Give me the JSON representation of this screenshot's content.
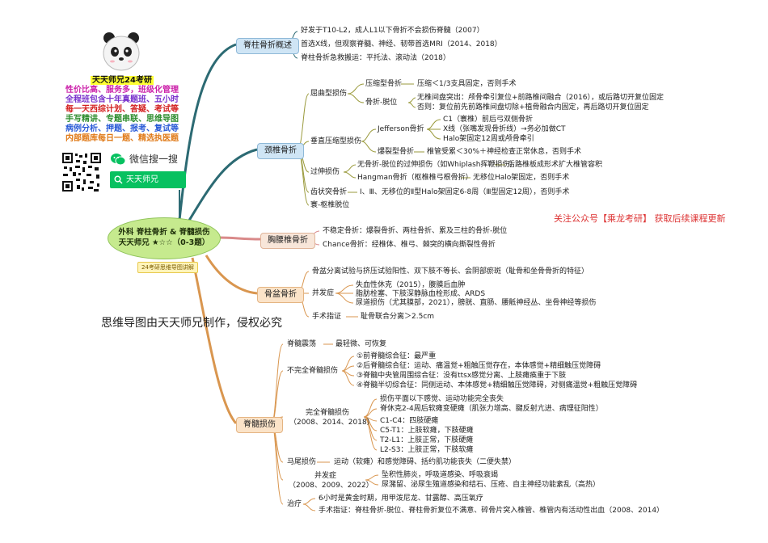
{
  "colors": {
    "teal": "#2c6a73",
    "olive": "#9a9a3c",
    "green": "#3a7d3a",
    "pink": "#d98a8a",
    "orange": "#d9964f",
    "red": "#d33",
    "brand_green": "#07c160"
  },
  "left_panel": {
    "ad_title": "天天师兄24考研",
    "ad_lines": [
      "性价比高、服务多，班级化管理",
      "全程班包含十年真题班、五小时",
      "每一天西综计划、答疑、考试等",
      "手写精讲、专题串联、思维导图",
      "病例分析、押题、报考、复试等",
      "内部题库每日一题、精选执医题"
    ],
    "ad_colors": [
      "#cc22aa",
      "#7a33cc",
      "#d32020",
      "#2d8c2d",
      "#2a5bd7",
      "#e07a18"
    ],
    "wechat_label": "微信搜一搜",
    "search_text": "天天师兄"
  },
  "center": {
    "line1": "外科 脊柱骨折 & 脊髓损伤",
    "line2": "天天师兄 ★☆☆（0-3题）",
    "tag": "24考研思维导图讲解"
  },
  "watermark": "思维导图由天天师兄制作，侵权必究",
  "notice": "关注公众号【乘龙考研】 获取后续课程更新",
  "branches": {
    "spine": {
      "label": "脊柱骨折概述",
      "items": [
        "好发于T10-L2，成人L1以下骨折不会损伤脊髓（2007）",
        "首选X线，但观察脊髓、神经、韧带首选MRI（2014、2018）",
        "脊柱骨折急救搬运：平托法、滚动法（2018）"
      ]
    },
    "cervical": {
      "label": "颈椎骨折",
      "flexion": "屈曲型损伤",
      "compression": "压缩型骨折",
      "compression_note": "压缩＜1/3支具固定，否则手术",
      "fracture_dislocation": "骨折-脱位",
      "fd_notes": [
        "无椎间盘突出：颅骨牵引复位+前路椎间融合（2016），或后路切开复位固定",
        "否则：复位前先前路椎间盘切除+植骨融合内固定，再后路切开复位固定"
      ],
      "vertical": "垂直压缩型损伤",
      "jefferson": "Jefferson骨折",
      "jefferson_notes": [
        "C1（寰椎）前后弓双侧骨折",
        "X线（张嘴发现骨折线）→务必加做CT",
        "Halo架固定12周或颅骨牵引"
      ],
      "burst": "爆裂型骨折",
      "burst_note": "椎管受累＜30%＋神经检查正常休息，否则手术",
      "extension": "过伸损伤",
      "ext1": "无骨折-脱位的过伸损伤（如Whiplash挥鞭损伤）",
      "ext1_note": "后路椎板成形术扩大椎管容积",
      "hangman": "Hangman骨折（枢椎椎弓根骨折）",
      "hangman_note": "无移位Halo架固定，否则手术",
      "odontoid": "齿状突骨折",
      "odontoid_note": "Ⅰ、Ⅲ、无移位的Ⅱ型Halo架固定6-8周（Ⅲ型固定12周），否则手术",
      "atlanto": "寰-枢椎脱位"
    },
    "thoracolumbar": {
      "label": "胸腰椎骨折",
      "items": [
        "不稳定骨折：爆裂骨折、两柱骨折、累及三柱的骨折-脱位",
        "Chance骨折：经椎体、椎弓、棘突的横向撕裂性骨折"
      ]
    },
    "pelvic": {
      "label": "骨盆骨折",
      "item1": "骨盆分离试验与挤压试验阳性、双下肢不等长、会阴部瘀斑（耻骨和坐骨骨折的特征）",
      "complication": "并发症",
      "comp_items": [
        "失血性休克（2015），腹膜后血肿",
        "脂肪栓塞、下肢深静脉血栓形成、ARDS",
        "尿道损伤（尤其膜部，2021），膀胱、直肠、腰骶神经丛、坐骨神经等损伤"
      ],
      "surgery": "手术指证",
      "surgery_note": "耻骨联合分离＞2.5cm"
    },
    "cord": {
      "label": "脊髓损伤",
      "concussion": "脊髓震荡",
      "concussion_note": "最轻微、可恢复",
      "incomplete": "不完全脊髓损伤",
      "incomplete_items": [
        "①前脊髓综合征：最严重",
        "②后脊髓综合征：运动、痛温觉+粗触压觉存在，本体感觉+精细触压觉障碍",
        "③脊髓中央管周围综合征：没有ttsx感觉分离、上肢瘫痪重于下肢",
        "④脊髓半切综合征：同侧运动、本体感觉+精细触压觉障碍，对侧痛温觉+粗触压觉障碍"
      ],
      "complete": "完全脊髓损伤",
      "complete_years": "（2008、2014、2018）",
      "complete_items": [
        "损伤平面以下感觉、运动功能完全丧失",
        "脊休克2-4周后软瘫变硬瘫（肌张力增高、腱反射亢进、病理征阳性）"
      ],
      "levels": [
        "C1-C4：四肢硬瘫",
        "C5-T1：上肢软瘫，下肢硬瘫",
        "T2-L1：上肢正常，下肢硬瘫",
        "L2-S3：上肢正常，下肢软瘫"
      ],
      "cauda": "马尾损伤",
      "cauda_note": "运动（软瘫）和感觉障碍、括约肌功能丧失（二便失禁）",
      "complication": "并发症",
      "comp_years": "（2008、2009、2022）",
      "comp_items": [
        "坠积性肺炎，呼吸道感染、呼吸衰竭",
        "尿潴留、泌尿生殖道感染和结石、压疮、自主神经功能紊乱（高热）"
      ],
      "treatment": "治疗",
      "treat_items": [
        "6小时是黄金时期，用甲泼尼龙、甘露醇、高压氧疗",
        "手术指证：脊柱骨折-脱位、脊柱骨折复位不满意、碎骨片突入椎管、椎管内有活动性出血（2008、2014）"
      ]
    }
  }
}
